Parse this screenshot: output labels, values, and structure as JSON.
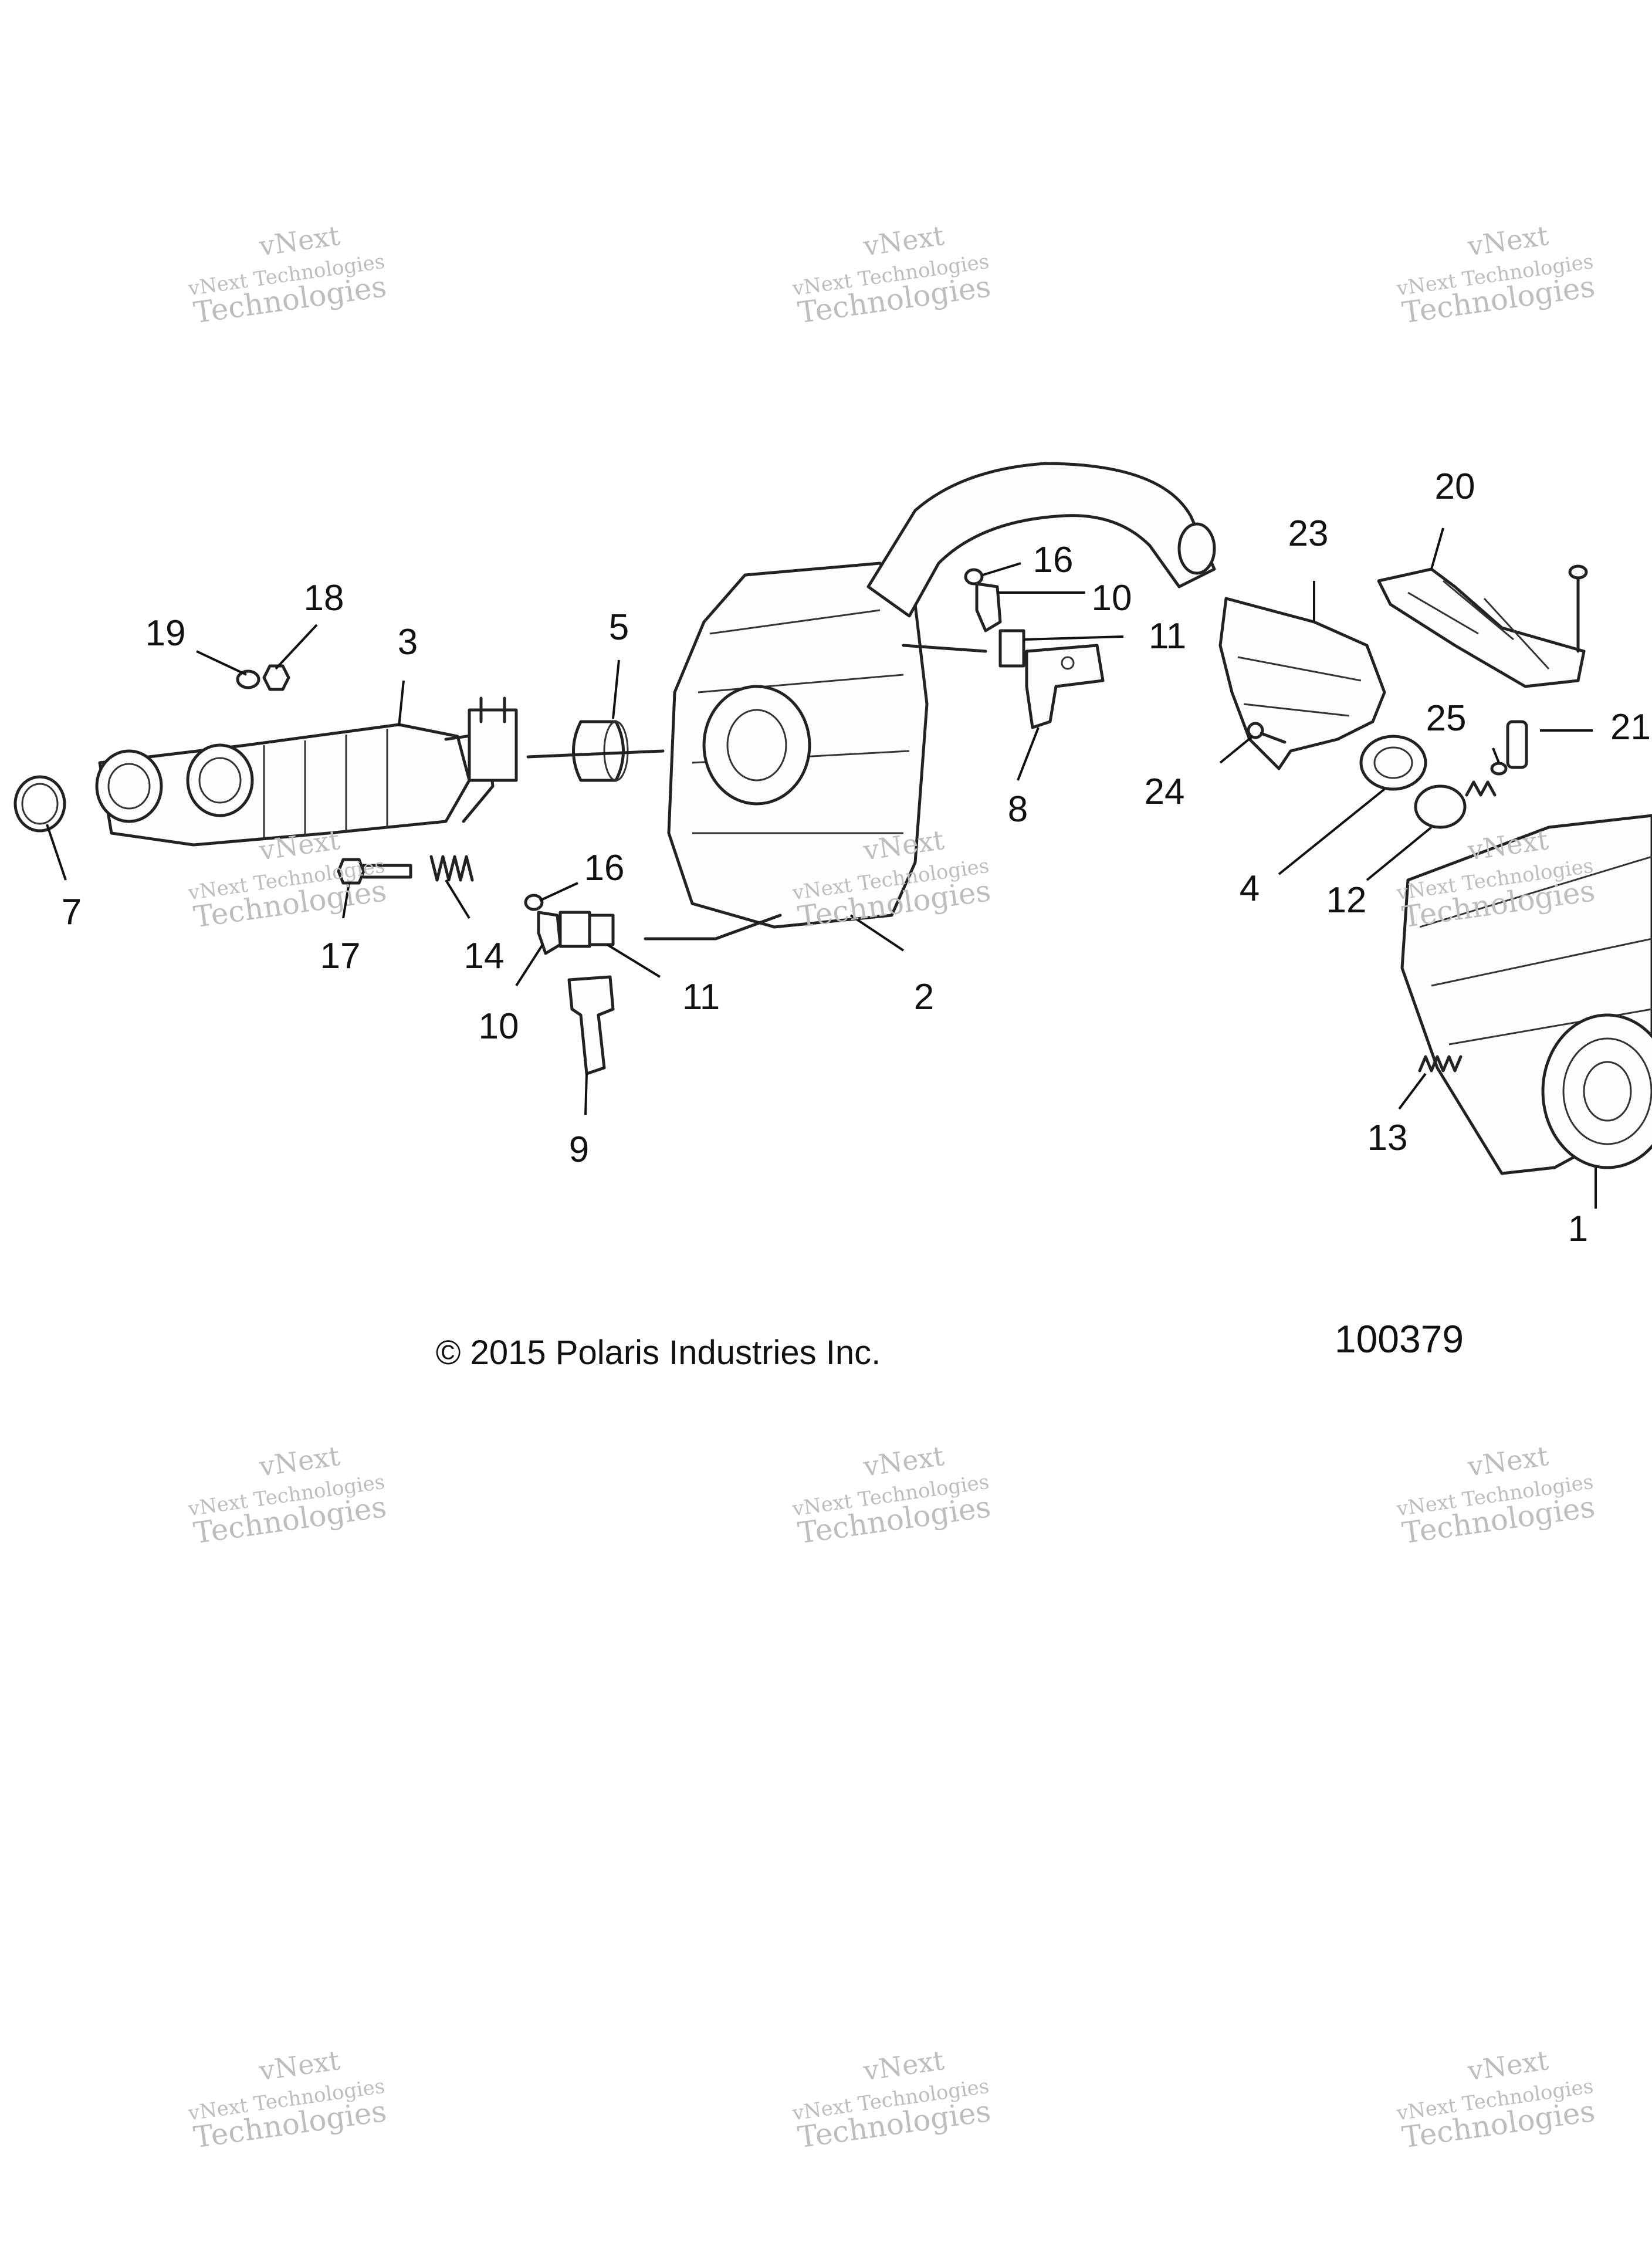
{
  "diagram": {
    "copyright": "© 2015 Polaris Industries Inc.",
    "figure_number": "100379",
    "callouts": [
      "1",
      "2",
      "3",
      "4",
      "5",
      "7",
      "8",
      "9",
      "10",
      "10",
      "11",
      "11",
      "12",
      "13",
      "14",
      "16",
      "16",
      "17",
      "18",
      "19",
      "20",
      "21",
      "23",
      "24",
      "25"
    ]
  },
  "watermark": {
    "line1": "vNext",
    "line2": "vNext Technologies",
    "line3": "Technologies"
  },
  "colors": {
    "line": "#222222",
    "watermark": "#bdbdbd",
    "background": "#ffffff"
  }
}
